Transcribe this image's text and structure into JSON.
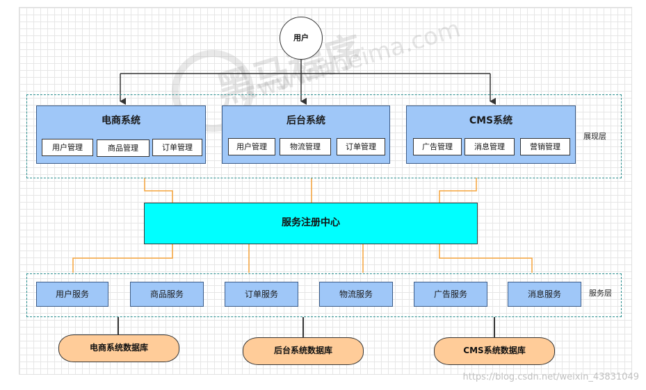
{
  "user": {
    "label": "用户"
  },
  "presentation_layer": {
    "label": "展现层",
    "systems": [
      {
        "title": "电商系统",
        "modules": [
          "用户管理",
          "商品管理",
          "订单管理"
        ]
      },
      {
        "title": "后台系统",
        "modules": [
          "用户管理",
          "物流管理",
          "订单管理"
        ]
      },
      {
        "title": "CMS系统",
        "modules": [
          "广告管理",
          "消息管理",
          "营销管理"
        ]
      }
    ]
  },
  "registry": {
    "label": "服务注册中心"
  },
  "service_layer": {
    "label": "服务层",
    "services": [
      "用户服务",
      "商品服务",
      "订单服务",
      "物流服务",
      "广告服务",
      "消息服务"
    ]
  },
  "databases": [
    "电商系统数据库",
    "后台系统数据库",
    "CMS系统数据库"
  ],
  "watermark": {
    "cn": "黑马程序",
    "url": "www.itheima.com"
  },
  "credit": "https://blog.csdn.net/weixin_43831049",
  "colors": {
    "system_fill": "#9fc7f8",
    "registry_fill": "#00ffff",
    "db_fill": "#ffcc99",
    "connector_orange": "#f5a33a",
    "layer_border": "#2a8f8f"
  }
}
